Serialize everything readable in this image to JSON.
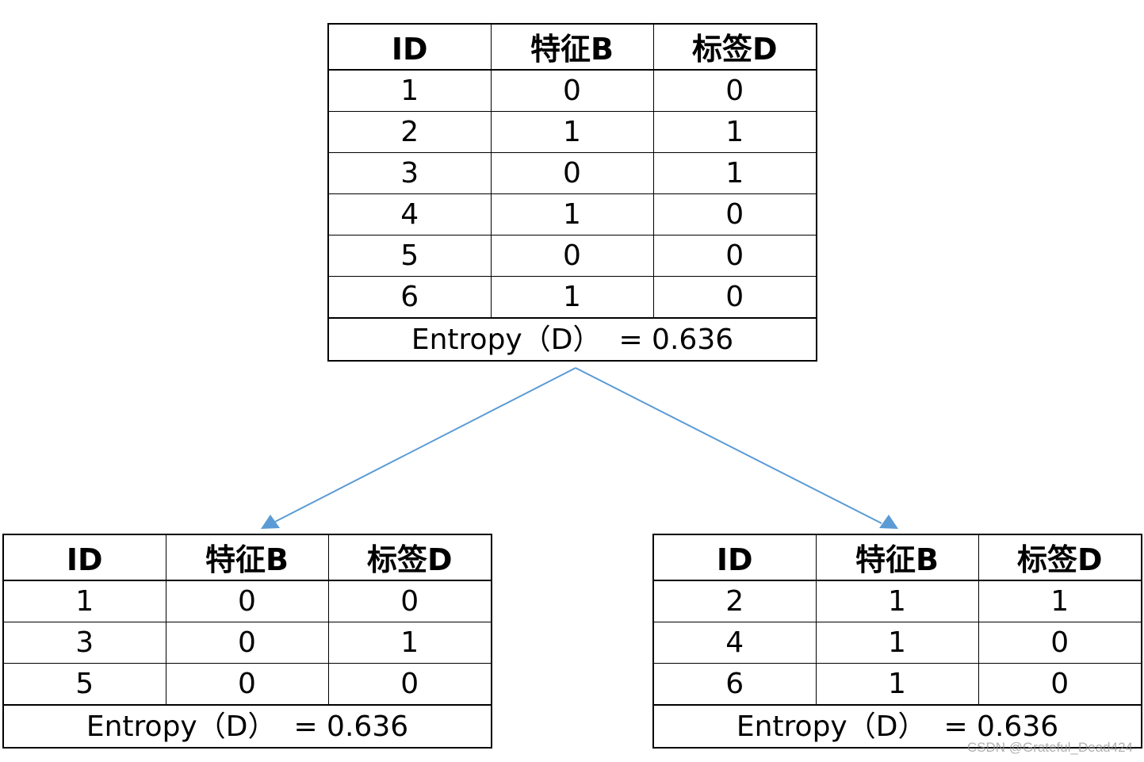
{
  "root": {
    "headers": [
      "ID",
      "特征B",
      "标签D"
    ],
    "rows": [
      [
        "1",
        "0",
        "0"
      ],
      [
        "2",
        "1",
        "1"
      ],
      [
        "3",
        "0",
        "1"
      ],
      [
        "4",
        "1",
        "0"
      ],
      [
        "5",
        "0",
        "0"
      ],
      [
        "6",
        "1",
        "0"
      ]
    ],
    "entropy_label": "Entropy（D）",
    "entropy_value": "= 0.636"
  },
  "left": {
    "headers": [
      "ID",
      "特征B",
      "标签D"
    ],
    "rows": [
      [
        "1",
        "0",
        "0"
      ],
      [
        "3",
        "0",
        "1"
      ],
      [
        "5",
        "0",
        "0"
      ]
    ],
    "entropy_label": "Entropy（D）",
    "entropy_value": "= 0.636"
  },
  "right": {
    "headers": [
      "ID",
      "特征B",
      "标签D"
    ],
    "rows": [
      [
        "2",
        "1",
        "1"
      ],
      [
        "4",
        "1",
        "0"
      ],
      [
        "6",
        "1",
        "0"
      ]
    ],
    "entropy_label": "Entropy（D）",
    "entropy_value": "= 0.636"
  },
  "arrow_color": "#5b9bd5",
  "watermark": "CSDN @Grateful_Dead424"
}
